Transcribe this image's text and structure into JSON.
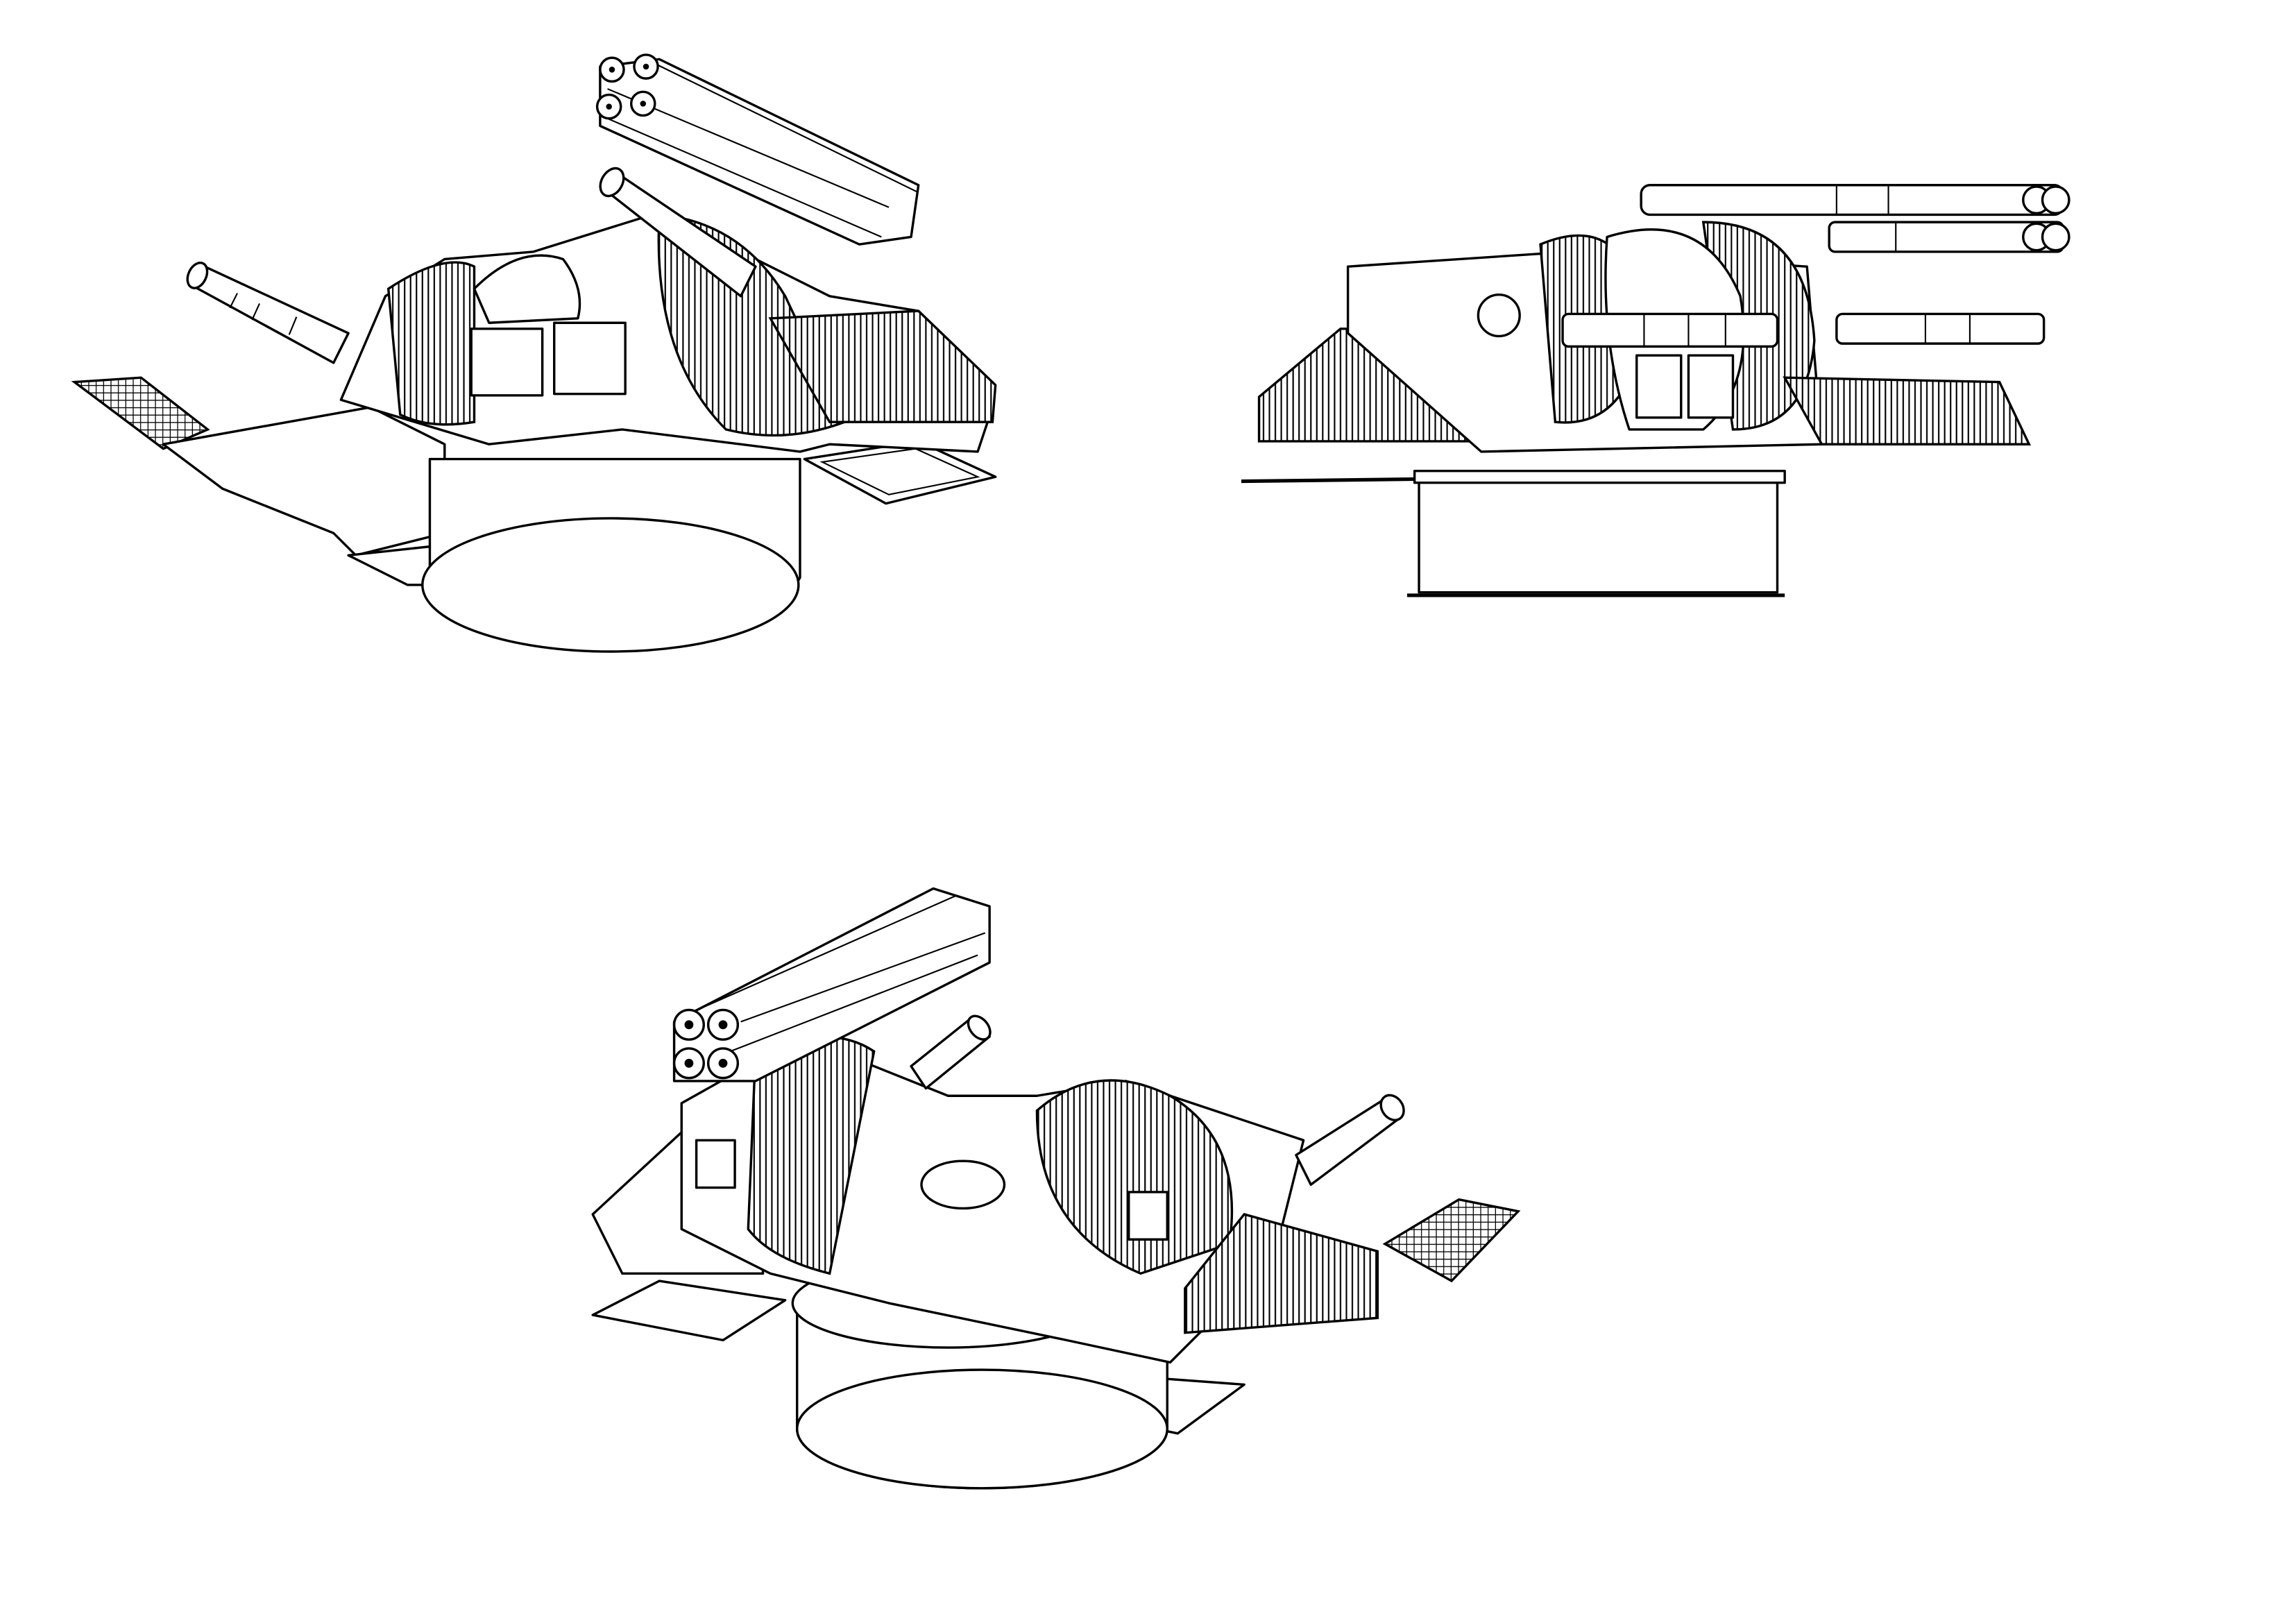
{
  "drawing": {
    "style": "black line art on white",
    "colors": {
      "line": "#000000",
      "background": "#ffffff"
    },
    "views": [
      {
        "id": "perspective-front-left"
      },
      {
        "id": "side-elevation"
      },
      {
        "id": "perspective-rear"
      }
    ]
  }
}
